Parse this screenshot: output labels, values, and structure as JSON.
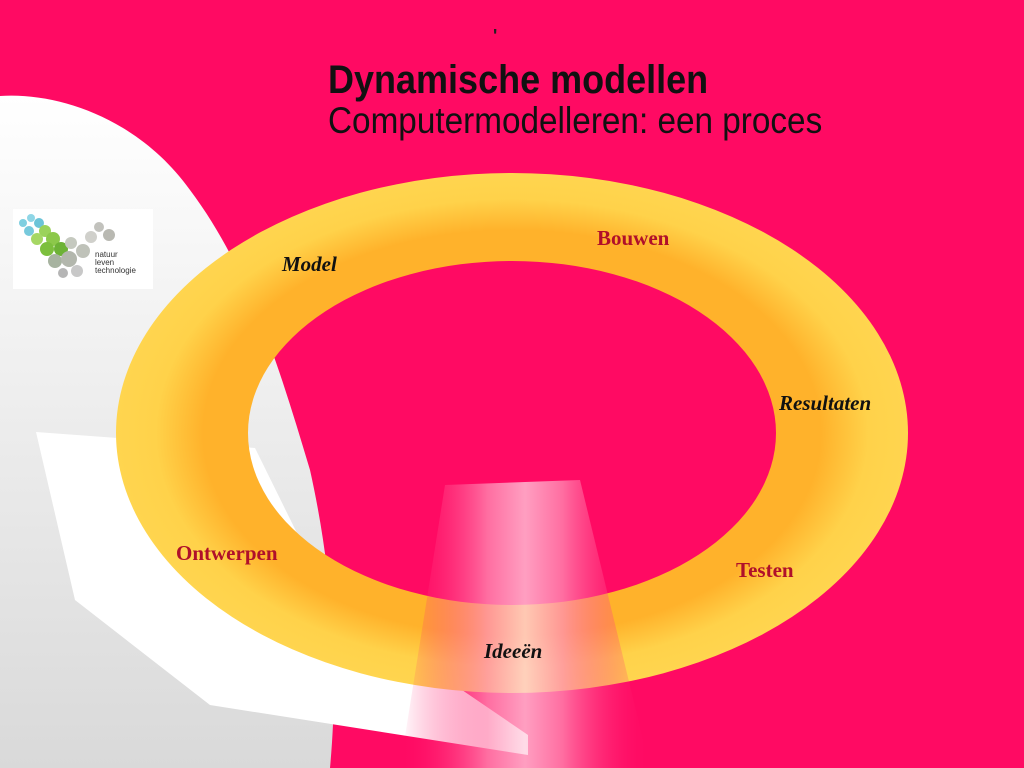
{
  "slide": {
    "marker": "'",
    "title": "Dynamische modellen",
    "subtitle": "Computermodelleren: een proces"
  },
  "logo": {
    "icon": "natuur-leven-technologie-logo",
    "lines": [
      "natuur",
      "leven",
      "technologie"
    ]
  },
  "cycle": {
    "labels": {
      "model": "Model",
      "bouwen": "Bouwen",
      "resultaten": "Resultaten",
      "testen": "Testen",
      "ideeen": "Ideeën",
      "ontwerpen": "Ontwerpen"
    }
  },
  "colors": {
    "background": "#ff0a63",
    "ring": "#ffd24a",
    "ring_glow": "#ffb52e",
    "label_red": "#b0102a",
    "label_black": "#111111"
  }
}
